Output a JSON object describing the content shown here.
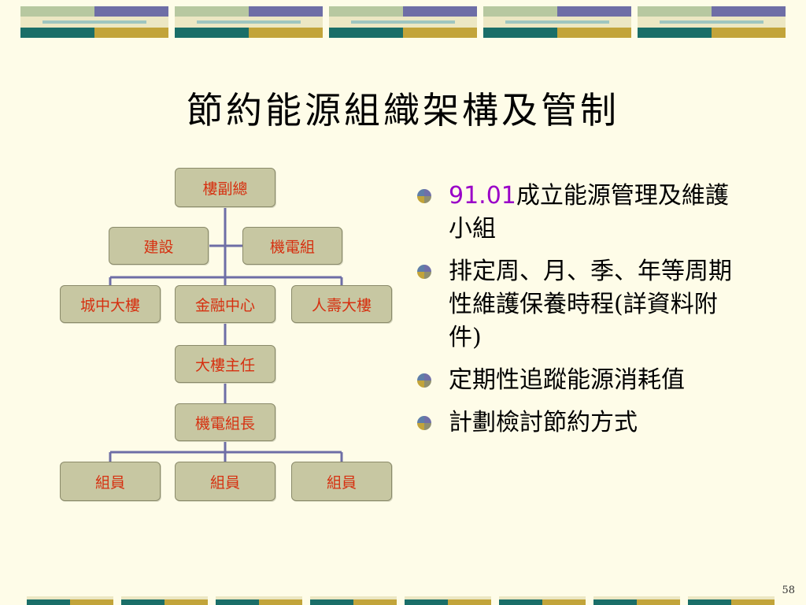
{
  "title": "節約能源組織架構及管制",
  "org": {
    "top": "樓副總",
    "level2": [
      "建設",
      "機電組"
    ],
    "level3": [
      "城中大樓",
      "金融中心",
      "人壽大樓"
    ],
    "level4": "大樓主任",
    "level5": "機電組長",
    "level6": [
      "組員",
      "組員",
      "組員"
    ]
  },
  "bullets": [
    {
      "highlight": "91.01",
      "text": "成立能源管理及維護小組"
    },
    {
      "highlight": "",
      "text": "排定周、月、季、年等周期性維護保養時程(詳資料附件)"
    },
    {
      "highlight": "",
      "text": "定期性追蹤能源消耗值"
    },
    {
      "highlight": "",
      "text": "計劃檢討節約方式"
    }
  ],
  "page_number": "58",
  "colors": {
    "background": "#fefce8",
    "node_fill": "#c7c7a2",
    "node_text": "#d63010",
    "highlight": "#9a00c8",
    "connector": "#6e6ea6"
  }
}
